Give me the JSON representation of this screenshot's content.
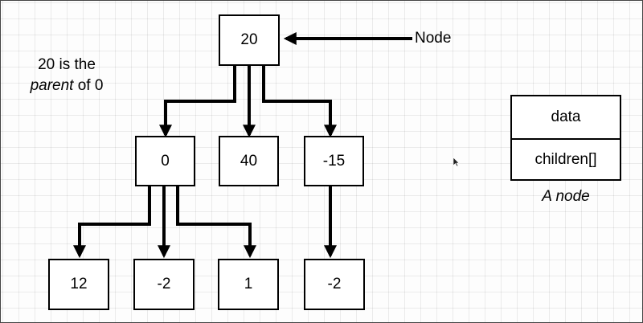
{
  "nodes": {
    "root": "20",
    "n0": "0",
    "n40": "40",
    "n15": "-15",
    "c12": "12",
    "c_minus2a": "-2",
    "c1": "1",
    "c_minus2b": "-2"
  },
  "labels": {
    "node_pointer": "Node",
    "parent_line1": "20 is the",
    "parent_word": "parent",
    "parent_rest": " of 0"
  },
  "legend": {
    "data": "data",
    "children": "children[]",
    "caption": "A node"
  },
  "icons": {
    "cursor": "mouse-pointer-icon"
  }
}
